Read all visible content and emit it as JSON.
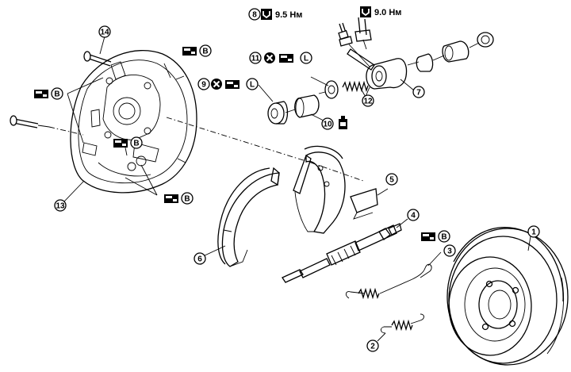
{
  "callouts": {
    "c1": "1",
    "c2": "2",
    "c3": "3",
    "c4": "4",
    "c5": "5",
    "c6": "6",
    "c7": "7",
    "c8": "8",
    "c9": "9",
    "c10": "10",
    "c11": "11",
    "c12": "12",
    "c13": "13",
    "c14": "14"
  },
  "grease_grade": "B",
  "rubber_grease_mark": "L",
  "torque": {
    "bleeder": "9.5 Нм",
    "tube": "9.0 Нм"
  },
  "colors": {
    "line": "#000000",
    "background": "#ffffff"
  }
}
